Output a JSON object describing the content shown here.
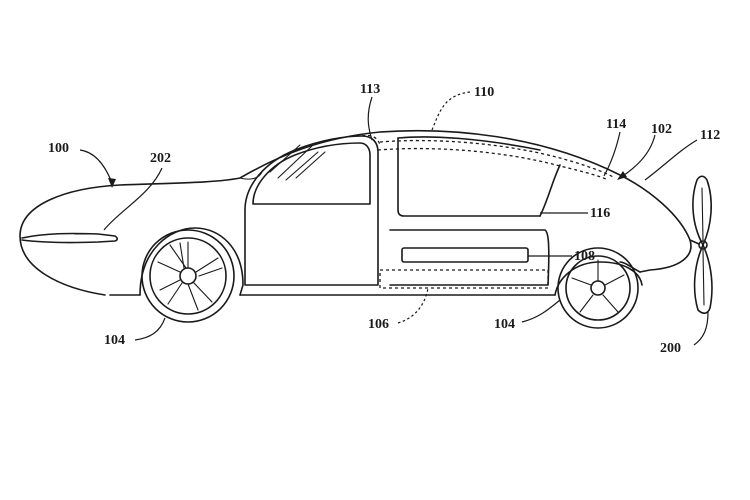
{
  "diagram": {
    "labels": {
      "l100": "100",
      "l202": "202",
      "l113": "113",
      "l110": "110",
      "l114": "114",
      "l102": "102",
      "l112": "112",
      "l116": "116",
      "l108": "108",
      "l106": "106",
      "l104a": "104",
      "l104b": "104",
      "l200": "200"
    },
    "stroke_color": "#1a1a1a",
    "background": "#ffffff"
  }
}
